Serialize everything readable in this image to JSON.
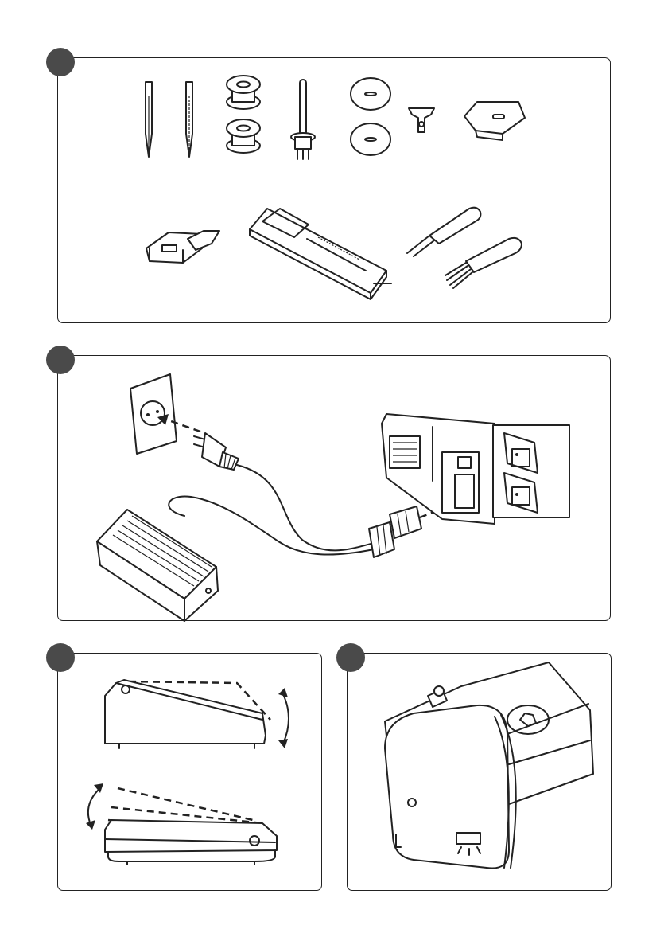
{
  "panels": [
    {
      "id": "accessories",
      "label": ""
    },
    {
      "id": "power-connection",
      "label": ""
    },
    {
      "id": "foot-control",
      "label": ""
    },
    {
      "id": "machine-side",
      "label": ""
    }
  ],
  "colors": {
    "stroke": "#222222",
    "marker": "#4a4a4a",
    "background": "#ffffff"
  }
}
